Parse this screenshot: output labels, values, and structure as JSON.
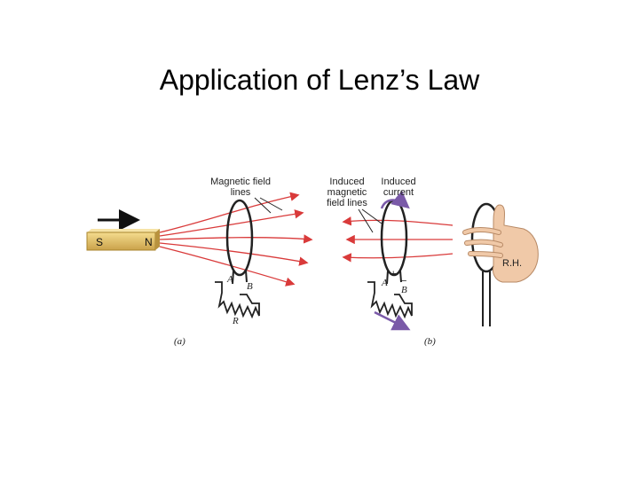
{
  "title": "Application of Lenz’s Law",
  "panel_a": {
    "magnet_s": "S",
    "magnet_n": "N",
    "field_label_line1": "Magnetic field",
    "field_label_line2": "lines",
    "terminal_a": "A",
    "terminal_b": "B",
    "resistor": "R",
    "caption": "(a)"
  },
  "panel_b": {
    "induced_field_line1": "Induced",
    "induced_field_line2": "magnetic",
    "induced_field_line3": "field lines",
    "induced_current_line1": "Induced",
    "induced_current_line2": "current",
    "plus": "+",
    "minus": "−",
    "terminal_a": "A",
    "terminal_b": "B",
    "caption": "(b)"
  },
  "right_hand_label": "R.H.",
  "colors": {
    "field_line": "#d93a3a",
    "current_arrow": "#7a5aa8",
    "magnet": "#e8c86a",
    "hand": "#f0c9a8"
  }
}
